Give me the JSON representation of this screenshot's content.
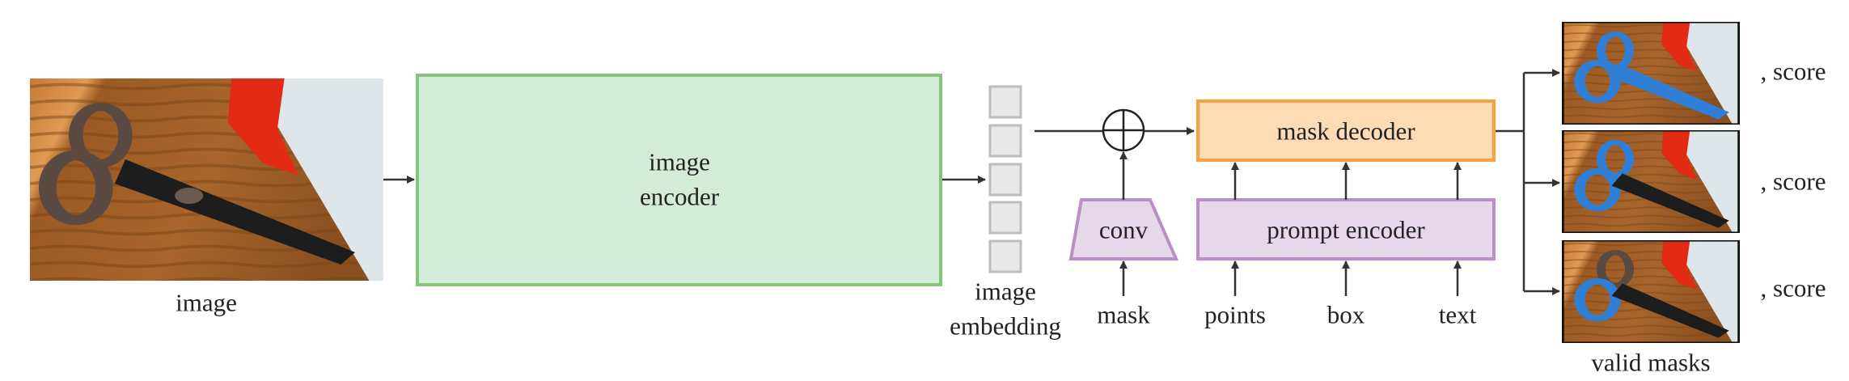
{
  "input": {
    "label": "image"
  },
  "image_encoder": {
    "line1": "image",
    "line2": "encoder",
    "fill": "#d3ecd7",
    "stroke": "#85c47a"
  },
  "embedding": {
    "line1": "image",
    "line2": "embedding",
    "fill": "#e8e8e8",
    "stroke": "#bdbdbd"
  },
  "conv": {
    "label": "conv",
    "fill": "#e6d8ea",
    "stroke": "#b98fc6"
  },
  "mask_input": {
    "label": "mask"
  },
  "mask_decoder": {
    "label": "mask decoder",
    "fill": "#fddcb5",
    "stroke": "#f9a13e"
  },
  "prompt_encoder": {
    "label": "prompt encoder",
    "fill": "#e6d8ea",
    "stroke": "#b98fc6"
  },
  "prompts": [
    {
      "label": "points"
    },
    {
      "label": "box"
    },
    {
      "label": "text"
    }
  ],
  "outputs": {
    "scores": [
      {
        "label": ", score"
      },
      {
        "label": ", score"
      },
      {
        "label": ", score"
      }
    ],
    "caption": "valid masks",
    "mask_color": "#2f7fd6"
  }
}
